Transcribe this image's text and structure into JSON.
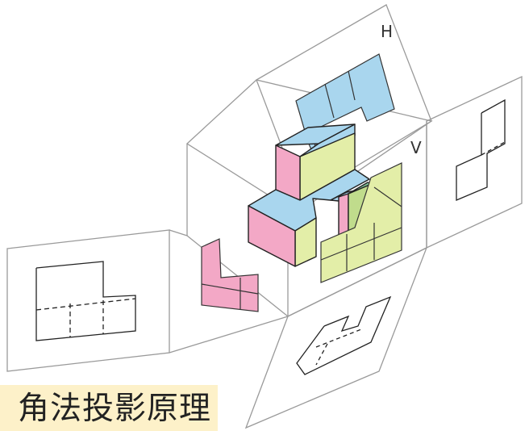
{
  "header": {
    "title_strip": ""
  },
  "labels": {
    "horizontal_plane": "H",
    "vertical_plane": "V"
  },
  "caption": {
    "text": "角法投影原理"
  },
  "colors": {
    "top_face": "#a9d6ee",
    "front_face": "#e3eea8",
    "side_face": "#f3a8c6",
    "frame_line": "#9a9a9a",
    "edge_line": "#222222",
    "caption_bg": "#fdf1c9"
  }
}
